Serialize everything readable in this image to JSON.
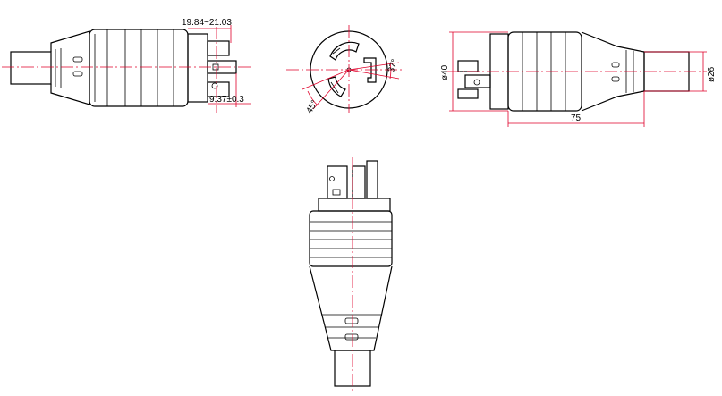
{
  "dimensions": {
    "pin_length_range": "19.84~21.03",
    "pin_width": "9.37±0.3",
    "angle_small": "37°",
    "angle_large": "45°",
    "body_diameter": "ø40",
    "cord_diameter": "ø26",
    "body_length": "75"
  },
  "colors": {
    "outline": "#000000",
    "dimension": "#e0002a"
  }
}
